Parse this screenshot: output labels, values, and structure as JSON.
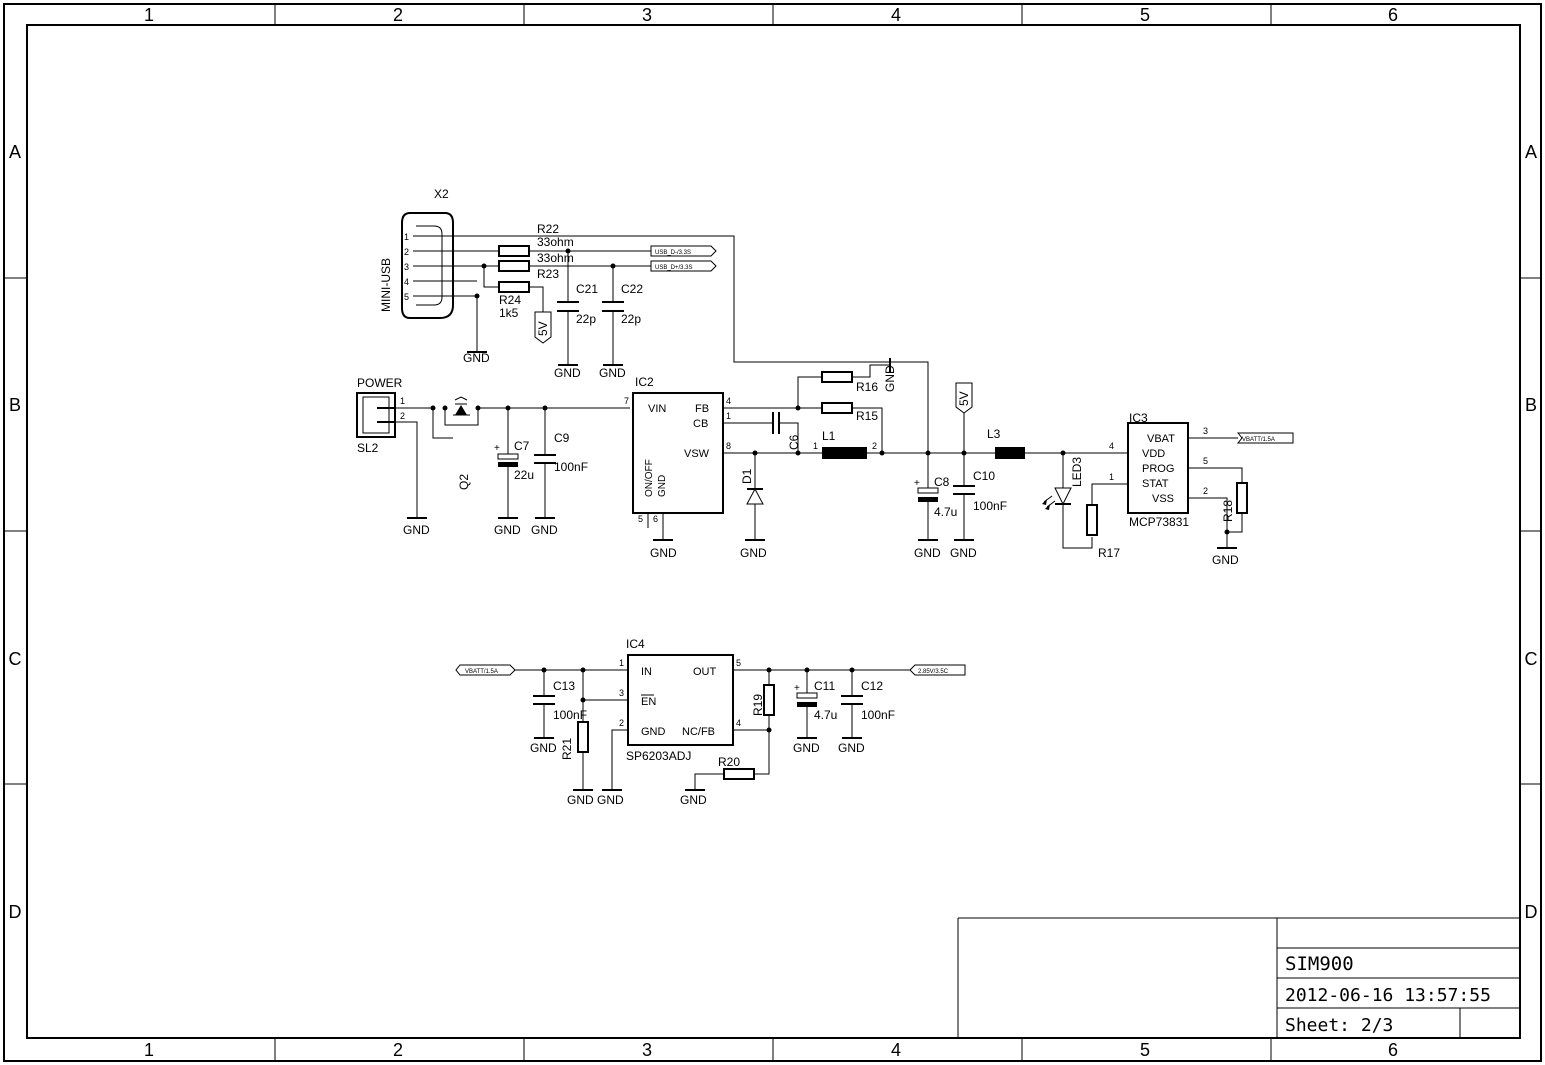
{
  "frame": {
    "columns": [
      "1",
      "2",
      "3",
      "4",
      "5",
      "6"
    ],
    "rows": [
      "A",
      "B",
      "C",
      "D"
    ]
  },
  "title_block": {
    "title": "SIM900",
    "date": "2012-06-16 13:57:55",
    "sheet": "Sheet: 2/3"
  },
  "parts": {
    "x2": {
      "name": "X2",
      "value": "MINI-USB",
      "pins": [
        "1",
        "2",
        "3",
        "4",
        "5"
      ]
    },
    "r22": {
      "name": "R22",
      "value": "33ohm"
    },
    "r23": {
      "name": "R23",
      "value": "33ohm"
    },
    "r24": {
      "name": "R24",
      "value": "1k5"
    },
    "c21": {
      "name": "C21",
      "value": "22p"
    },
    "c22": {
      "name": "C22",
      "value": "22p"
    },
    "sl2": {
      "name": "SL2",
      "value": "POWER",
      "pins": [
        "1",
        "2"
      ]
    },
    "q2": {
      "name": "Q2"
    },
    "c7": {
      "name": "C7",
      "value": "22u"
    },
    "c9": {
      "name": "C9",
      "value": "100nF"
    },
    "ic2": {
      "name": "IC2",
      "pins": {
        "vin": "VIN",
        "fb": "FB",
        "cb": "CB",
        "vsw": "VSW",
        "onoff": "ON/OFF",
        "gnd": "GND"
      },
      "pin_numbers": [
        "7",
        "4",
        "1",
        "8",
        "5",
        "6"
      ]
    },
    "c6": {
      "name": "C6"
    },
    "d1": {
      "name": "D1"
    },
    "l1": {
      "name": "L1",
      "pins": [
        "1",
        "2"
      ]
    },
    "r16": {
      "name": "R16"
    },
    "r15": {
      "name": "R15"
    },
    "c8": {
      "name": "C8",
      "value": "4.7u"
    },
    "c10": {
      "name": "C10",
      "value": "100nF"
    },
    "l3": {
      "name": "L3"
    },
    "led3": {
      "name": "LED3"
    },
    "r17": {
      "name": "R17"
    },
    "ic3": {
      "name": "IC3",
      "value": "MCP73831",
      "pins": {
        "vbat": "VBAT",
        "vdd": "VDD",
        "prog": "PROG",
        "stat": "STAT",
        "vss": "VSS"
      },
      "pin_numbers": [
        "3",
        "4",
        "5",
        "1",
        "2"
      ]
    },
    "r18": {
      "name": "R18"
    },
    "ic4": {
      "name": "IC4",
      "value": "SP6203ADJ",
      "pins": {
        "in": "IN",
        "en": "EN",
        "gnd": "GND",
        "out": "OUT",
        "ncfb": "NC/FB"
      },
      "pin_numbers": [
        "1",
        "3",
        "2",
        "5",
        "4"
      ]
    },
    "c13": {
      "name": "C13",
      "value": "100nF"
    },
    "r21": {
      "name": "R21"
    },
    "r19": {
      "name": "R19"
    },
    "r20": {
      "name": "R20"
    },
    "c11": {
      "name": "C11",
      "value": "4.7u"
    },
    "c12": {
      "name": "C12",
      "value": "100nF"
    }
  },
  "nets": {
    "gnd": "GND",
    "v5": "5V",
    "usb_dm": "USB_D-/3.3S",
    "usb_dp": "USB_D+/3.3S",
    "vbatt": "VBATT/1.5A",
    "v285": "2.85V/3.5C"
  }
}
